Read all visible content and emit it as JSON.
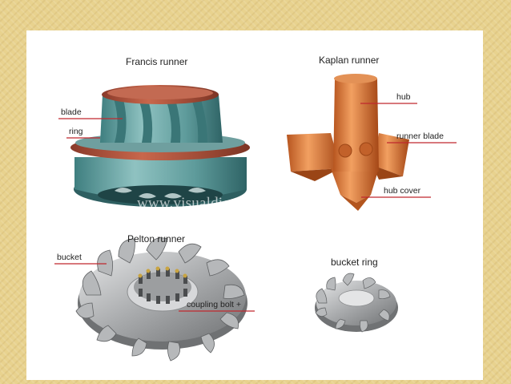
{
  "diagram": {
    "titles": {
      "francis": "Francis runner",
      "kaplan": "Kaplan runner",
      "pelton": "Pelton runner",
      "bucket_ring": "bucket ring"
    },
    "labels": {
      "blade": "blade",
      "ring": "ring",
      "hub": "hub",
      "runner_blade": "runner blade",
      "hub_cover": "hub cover",
      "bucket": "bucket",
      "coupling_bolt": "coupling bolt +"
    },
    "watermark": "www.visualdictionaryonline.com",
    "colors": {
      "leader_line": "#c0282e",
      "francis_body": "#5e9b9b",
      "francis_ring": "#b5553f",
      "kaplan_body": "#d9763a",
      "pelton_bucket": "#a9abad"
    }
  }
}
